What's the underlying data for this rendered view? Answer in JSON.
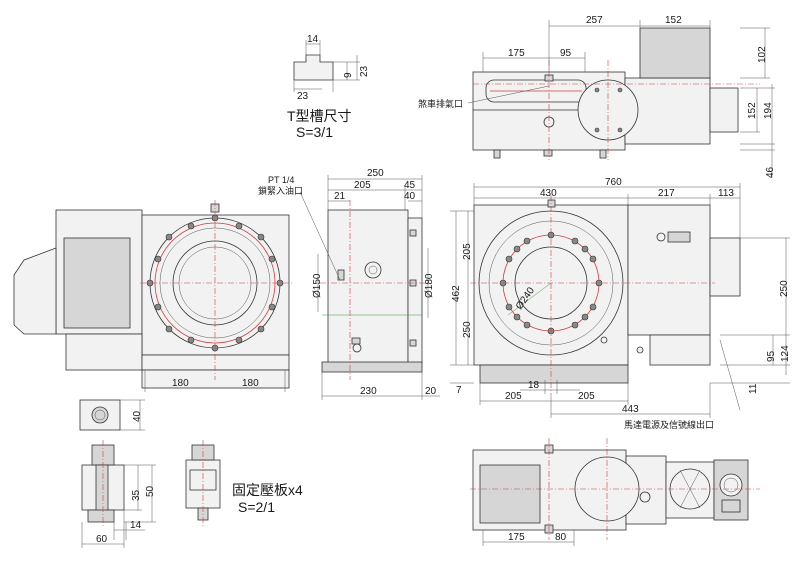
{
  "notes": {
    "t_slot_title": "T型槽尺寸",
    "t_slot_scale": "S=3/1",
    "clamp_title": "固定壓板x4",
    "clamp_scale": "S=2/1",
    "pt_line1": "PT 1/4",
    "pt_line2": "鎖緊入油口",
    "brake_vent": "煞車排氣口",
    "motor_outlet": "馬達電源及信號線出口"
  },
  "dims": {
    "t14": "14",
    "t23a": "23",
    "t9": "9",
    "t23b": "23",
    "top257": "257",
    "top152": "152",
    "top175": "175",
    "top95": "95",
    "top102": "102",
    "top152v": "152",
    "top194": "194",
    "top46": "46",
    "mid250": "250",
    "mid205": "205",
    "mid45": "45",
    "mid21": "21",
    "mid40": "40",
    "mid150": "Ø150",
    "mid180": "Ø180",
    "mid230": "230",
    "mid20": "20",
    "left180a": "180",
    "left180b": "180",
    "r760": "760",
    "r430": "430",
    "r217": "217",
    "r113": "113",
    "r205v": "205",
    "r462": "462",
    "r250v": "250",
    "r240": "Ø240",
    "r250r": "250",
    "r95": "95",
    "r124": "124",
    "r11": "11",
    "r7": "7",
    "r18": "18",
    "r205a": "205",
    "r205b": "205",
    "r443": "443",
    "c40": "40",
    "c35": "35",
    "c50": "50",
    "c14": "14",
    "c60": "60",
    "b175": "175",
    "b80": "80"
  }
}
